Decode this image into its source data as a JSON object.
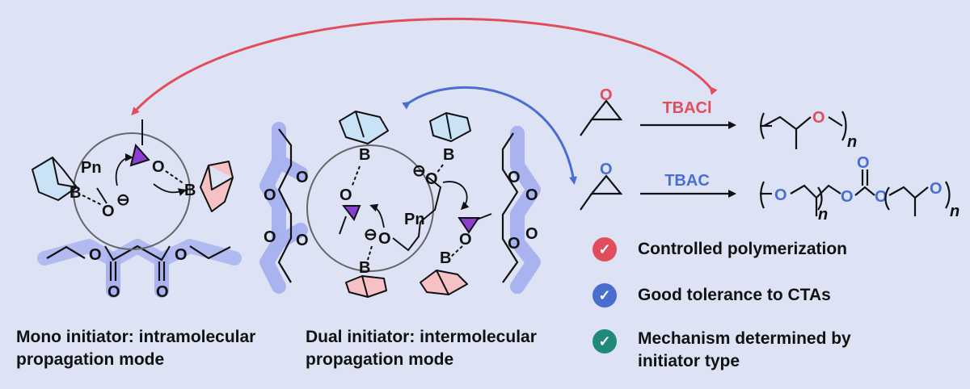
{
  "reagents": {
    "top": "TBACl",
    "bottom": "TBAC"
  },
  "atoms": {
    "boron": "B",
    "oxygen": "O",
    "anion": "⊖",
    "polymer_chain": "Pn",
    "repeat_index": "n"
  },
  "captions": {
    "mono_line1": "Mono initiator: intramolecular",
    "mono_line2": "propagation mode",
    "dual_line1": "Dual initiator: intermolecular",
    "dual_line2": "propagation mode"
  },
  "features": [
    {
      "text": "Controlled polymerization",
      "check": "✓",
      "color": "#e14d5a"
    },
    {
      "text": "Good tolerance to CTAs",
      "check": "✓",
      "color": "#4a6ed0"
    },
    {
      "text": "Mechanism determined by",
      "text2": "initiator type",
      "check": "✓",
      "color": "#1f8a78"
    }
  ],
  "colors": {
    "background": "#dde3f4",
    "red_accent": "#e14d5a",
    "blue_accent": "#4a6ed0",
    "green_accent": "#1f8a78",
    "epoxide_fill": "#8a3fd0",
    "borane_fill": "#f6c1c4",
    "ester_glow": "#a9b3f0"
  }
}
